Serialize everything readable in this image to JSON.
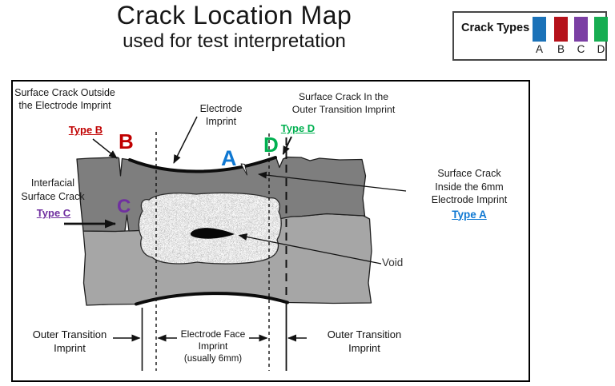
{
  "header": {
    "title": "Crack Location Map",
    "subtitle": "used for test interpretation"
  },
  "legend": {
    "title": "Crack Types",
    "entries": [
      {
        "label": "A",
        "color": "#1b72b8"
      },
      {
        "label": "B",
        "color": "#b5121b"
      },
      {
        "label": "C",
        "color": "#7b3fa4"
      },
      {
        "label": "D",
        "color": "#17ad52"
      }
    ]
  },
  "annotations": {
    "crack_b": {
      "desc1": "Surface Crack Outside",
      "desc2": "the Electrode Imprint",
      "type_label": "Type B",
      "letter": "B",
      "color": "#c00000"
    },
    "electrode_imprint": {
      "line1": "Electrode",
      "line2": "Imprint"
    },
    "crack_d": {
      "desc1": "Surface Crack In the",
      "desc2": "Outer Transition Imprint",
      "type_label": "Type D",
      "letter": "D",
      "color": "#00b050"
    },
    "crack_a": {
      "desc1": "Surface Crack",
      "desc2": "Inside the 6mm",
      "desc3": "Electrode Imprint",
      "type_label": "Type A",
      "letter": "A",
      "color": "#0f78d2"
    },
    "crack_c": {
      "desc1": "Interfacial",
      "desc2": "Surface Crack",
      "type_label": "Type C",
      "letter": "C",
      "color": "#7030a0"
    },
    "void_label": "Void"
  },
  "dimensions": {
    "outer_left": {
      "line1": "Outer Transition",
      "line2": "Imprint"
    },
    "electrode_face": {
      "line1": "Electrode Face",
      "line2": "Imprint",
      "line3": "(usually 6mm)"
    },
    "outer_right": {
      "line1": "Outer Transition",
      "line2": "Imprint"
    }
  }
}
